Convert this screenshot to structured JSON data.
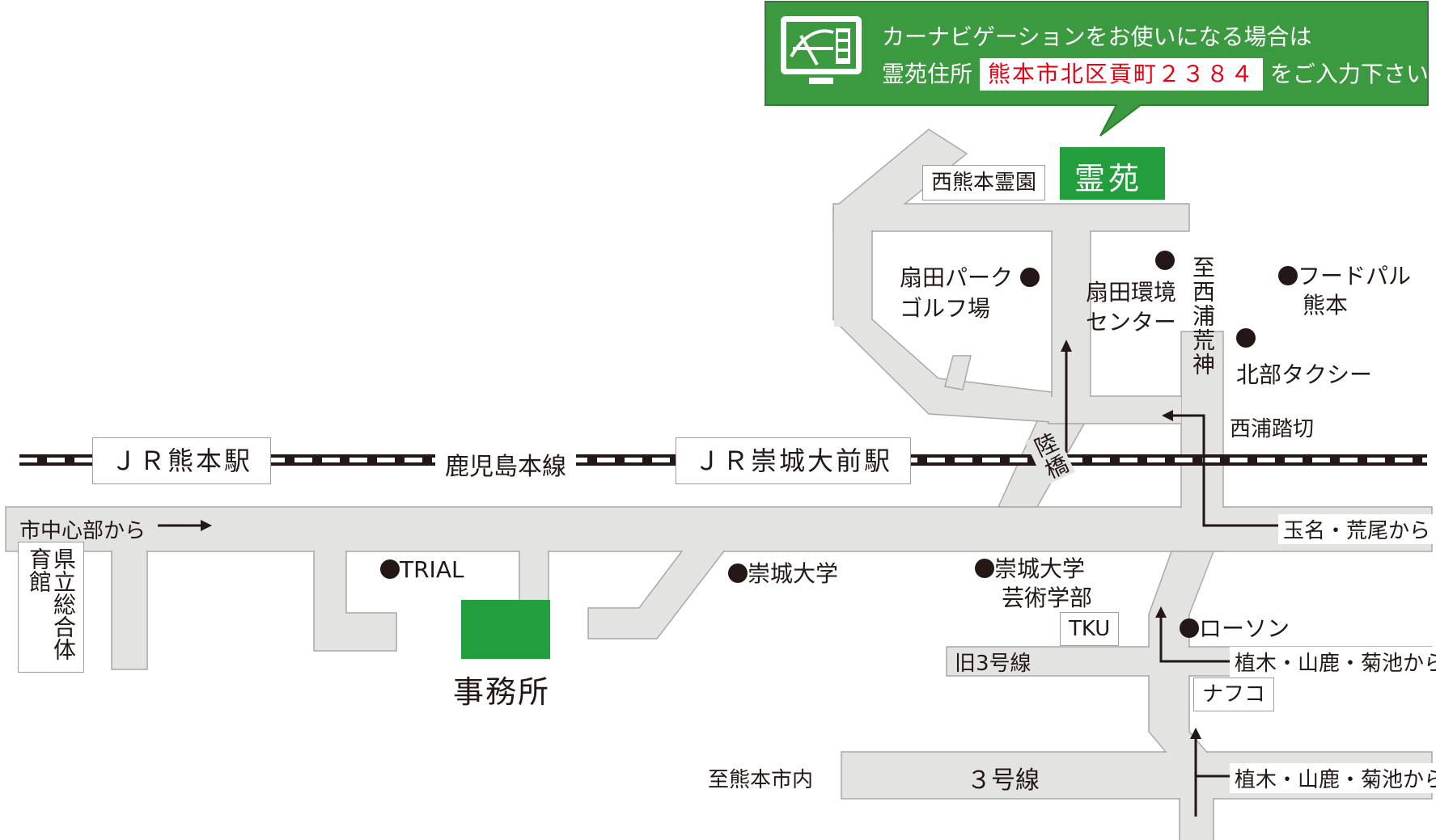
{
  "callout": {
    "line1": "カーナビゲーションをお使いになる場合は",
    "line2_prefix": "霊苑住所",
    "address": "熊本市北区貢町２３８４",
    "line2_suffix": "をご入力下さい",
    "icon": "car-navigation-icon",
    "bg_color": "#3b9a3f",
    "address_color": "#e60012"
  },
  "destination": {
    "label": "霊苑",
    "color": "#229e3d"
  },
  "office": {
    "label": "事務所",
    "color": "#229e3d"
  },
  "stations": {
    "kumamoto": "ＪＲ熊本駅",
    "sojo": "ＪＲ崇城大前駅"
  },
  "rail_line": "鹿児島本線",
  "roads": {
    "route3": "３号線",
    "old_route3": "旧3号線"
  },
  "directions": {
    "from_city_center": "市中心部から",
    "from_tamana": "玉名・荒尾から",
    "from_ueki_1": "植木・山鹿・菊池から",
    "from_ueki_2": "植木・山鹿・菊池から",
    "to_city": "至熊本市内",
    "to_nishiura": "至西浦荒神"
  },
  "places": {
    "nishi_cemetery": "西熊本霊園",
    "golf_1": "扇田パーク",
    "golf_2": "ゴルフ場",
    "env_center_1": "扇田環境",
    "env_center_2": "センター",
    "food_pal_1": "フードパル",
    "food_pal_2": "熊本",
    "hokubu_taxi": "北部タクシー",
    "crossing": "西浦踏切",
    "overpass": "陸橋",
    "gym": "県立総合体育館",
    "trial": "TRIAL",
    "sojo_univ": "崇城大学",
    "sojo_art_1": "崇城大学",
    "sojo_art_2": "芸術学部",
    "lawson": "ローソン",
    "tku": "TKU",
    "nafco": "ナフコ"
  }
}
